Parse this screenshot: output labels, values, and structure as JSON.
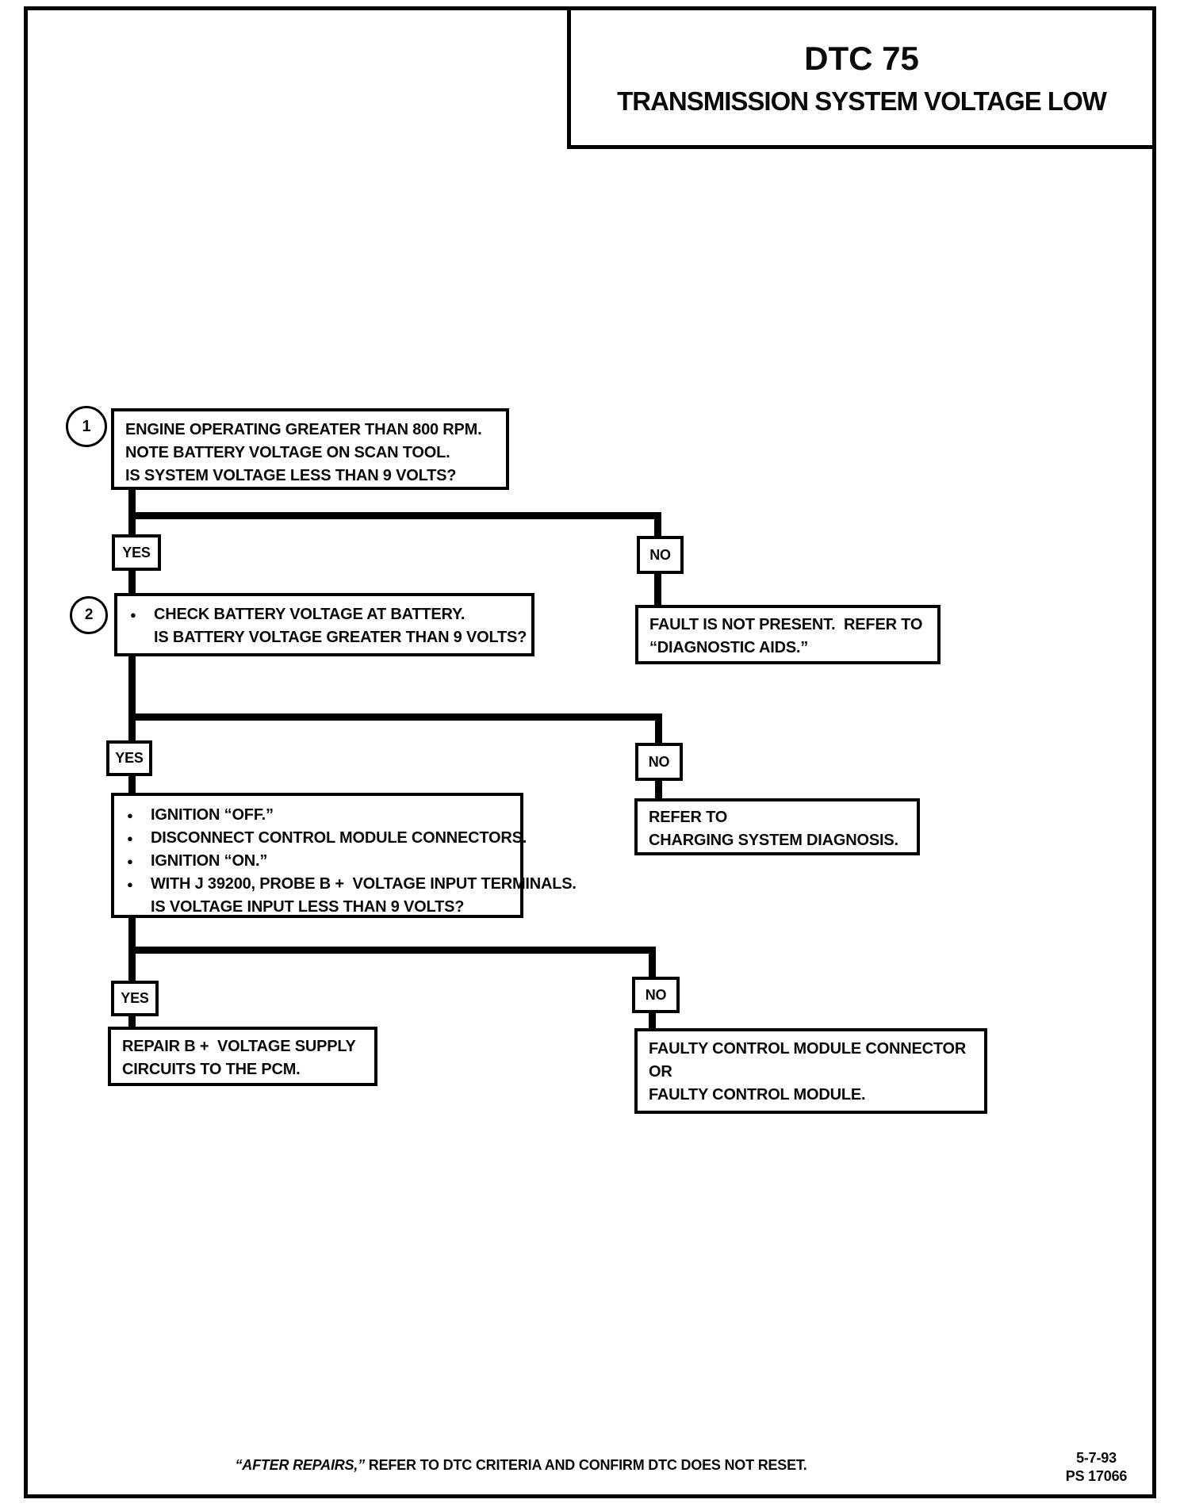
{
  "header": {
    "dtc_code": "DTC 75",
    "title": "TRANSMISSION SYSTEM VOLTAGE LOW"
  },
  "flowchart": {
    "step1": {
      "number": "1",
      "lines": [
        "ENGINE OPERATING GREATER THAN 800 RPM.",
        "NOTE BATTERY VOLTAGE ON SCAN TOOL.",
        "IS SYSTEM VOLTAGE LESS THAN 9 VOLTS?"
      ]
    },
    "branch1": {
      "yes": "YES",
      "no": "NO"
    },
    "step2": {
      "number": "2",
      "items": [
        {
          "bullet": "●",
          "text": "CHECK BATTERY VOLTAGE AT BATTERY."
        },
        {
          "bullet": "",
          "text": "IS BATTERY VOLTAGE GREATER THAN 9 VOLTS?"
        }
      ]
    },
    "fault_not_present": {
      "lines": [
        "FAULT IS NOT PRESENT.  REFER TO",
        "“DIAGNOSTIC AIDS.”"
      ]
    },
    "branch2": {
      "yes": "YES",
      "no": "NO"
    },
    "step3": {
      "items": [
        {
          "bullet": "●",
          "text": "IGNITION “OFF.”"
        },
        {
          "bullet": "●",
          "text": "DISCONNECT CONTROL MODULE CONNECTORS."
        },
        {
          "bullet": "●",
          "text": "IGNITION “ON.”"
        },
        {
          "bullet": "●",
          "text": "WITH J 39200, PROBE B +  VOLTAGE INPUT TERMINALS."
        },
        {
          "bullet": "",
          "text": "IS VOLTAGE INPUT LESS THAN 9 VOLTS?"
        }
      ]
    },
    "refer_charging": {
      "lines": [
        "REFER TO",
        "CHARGING SYSTEM DIAGNOSIS."
      ]
    },
    "branch3": {
      "yes": "YES",
      "no": "NO"
    },
    "repair": {
      "lines": [
        "REPAIR B +  VOLTAGE SUPPLY",
        "CIRCUITS TO THE PCM."
      ]
    },
    "faulty": {
      "lines": [
        "FAULTY CONTROL MODULE CONNECTOR",
        "OR",
        "FAULTY CONTROL MODULE."
      ]
    }
  },
  "footer": {
    "note_quote": "“AFTER REPAIRS,”",
    "note_rest": " REFER TO DTC CRITERIA AND CONFIRM DTC DOES NOT RESET.",
    "date": "5-7-93",
    "doc": "PS 17066"
  }
}
